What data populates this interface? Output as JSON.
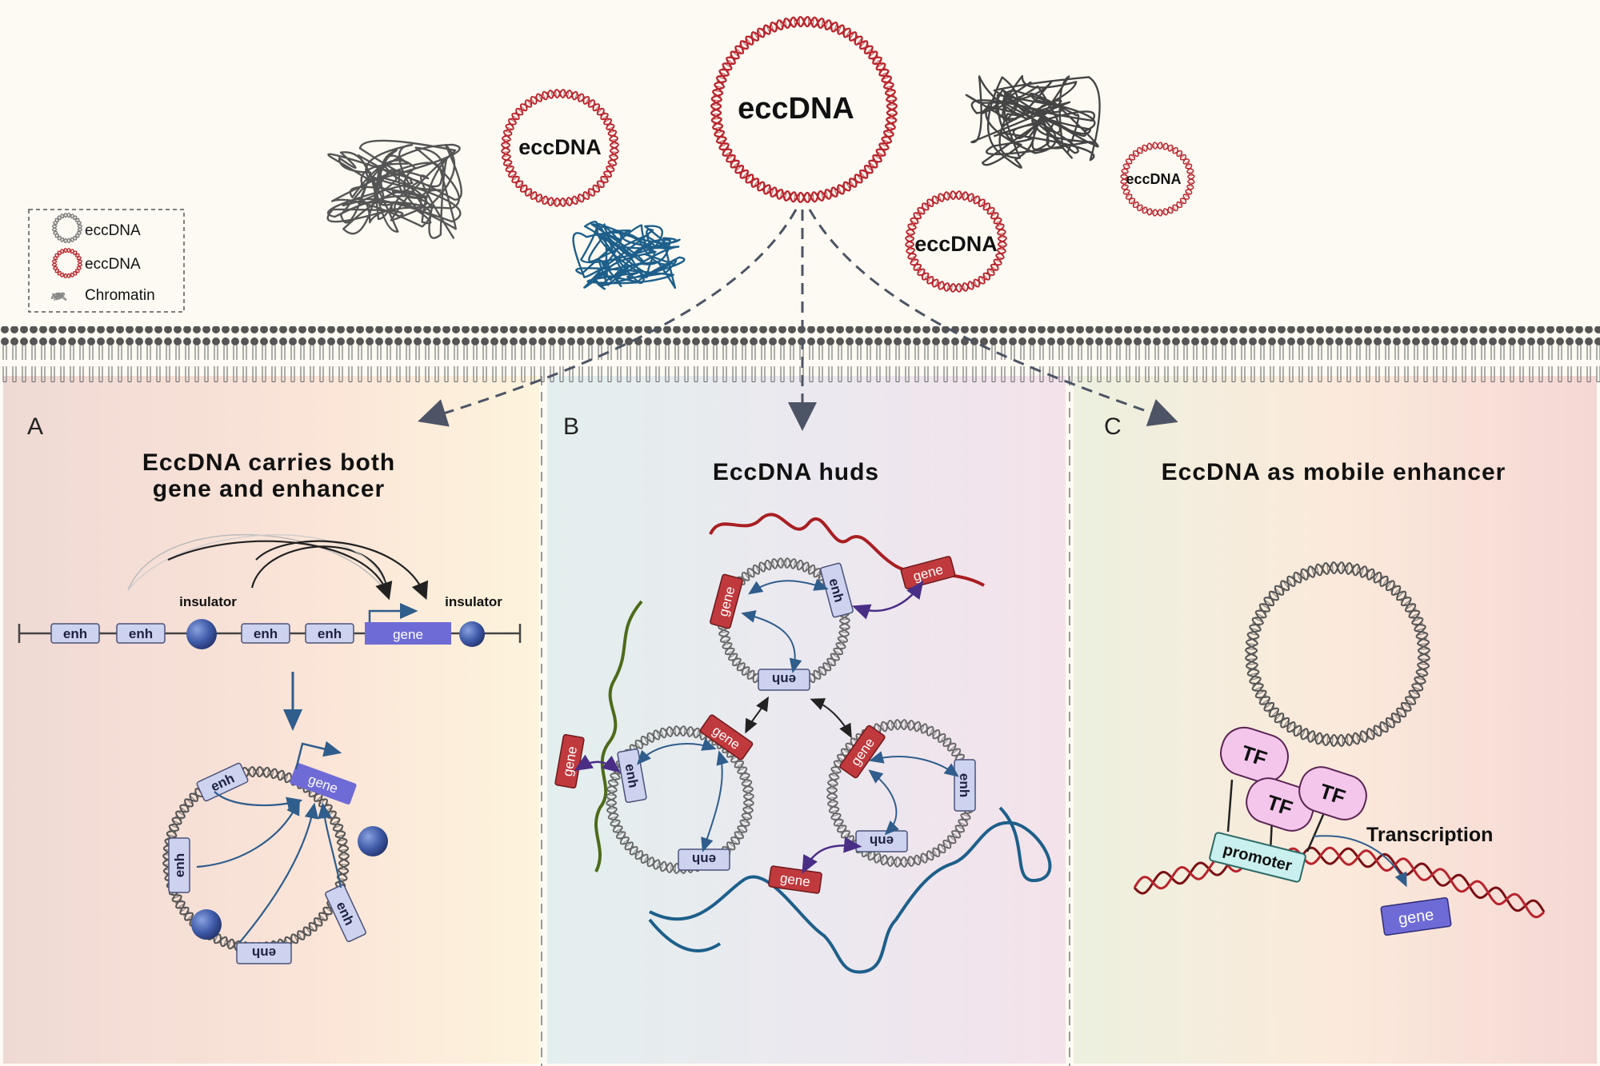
{
  "top": {
    "circle_large": "eccDNA",
    "circle_left": "eccDNA",
    "circle_mid": "eccDNA",
    "circle_small": "eccDNA"
  },
  "legend": {
    "item1": "eccDNA",
    "item2": "eccDNA",
    "item3": "Chromatin"
  },
  "panelA": {
    "letter": "A",
    "title_line1": "EccDNA carries both",
    "title_line2": "gene and enhancer",
    "insulator_left": "insulator",
    "insulator_right": "insulator",
    "enh": "enh",
    "gene": "gene"
  },
  "panelB": {
    "letter": "B",
    "title": "EccDNA huds",
    "enh": "enh",
    "gene": "gene"
  },
  "panelC": {
    "letter": "C",
    "title": "EccDNA as mobile enhancer",
    "tf": "TF",
    "promoter": "promoter",
    "transcription": "Transcription",
    "gene": "gene"
  },
  "colors": {
    "background": "#fdfaf3",
    "eccdna_red": "#b8242c",
    "enh_box": "#cdd3ee",
    "gene_purple": "#6f6bd6",
    "gene_red": "#c0393d",
    "arrow_blue": "#2f5d8c",
    "tf_pink": "#f4c6ec",
    "promoter_cyan": "#c9f0ee",
    "chromatin_blue": "#1d5f8a",
    "chromatin_green": "#4d6b1a"
  }
}
